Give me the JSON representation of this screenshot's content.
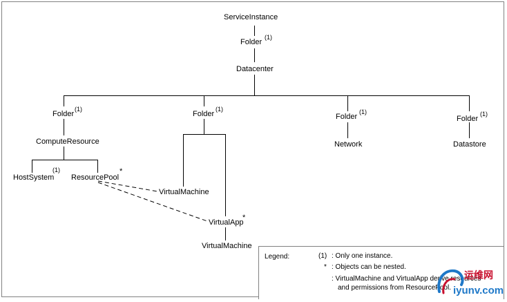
{
  "nodes": {
    "service_instance": "ServiceInstance",
    "root_folder": "Folder",
    "datacenter": "Datacenter",
    "host_folder": "Folder",
    "vm_folder": "Folder",
    "network_folder": "Folder",
    "datastore_folder": "Folder",
    "compute_resource": "ComputeResource",
    "host_system": "HostSystem",
    "resource_pool": "ResourcePool",
    "virtual_machine_1": "VirtualMachine",
    "virtual_app": "VirtualApp",
    "virtual_machine_2": "VirtualMachine",
    "network": "Network",
    "datastore": "Datastore"
  },
  "marks": {
    "one_instance": "(1)",
    "nested": "*"
  },
  "legend": {
    "title": "Legend:",
    "one_instance_symbol": "(1)",
    "one_instance_text": ": Only one instance.",
    "nested_symbol": "*",
    "nested_text": ": Objects can be nested.",
    "derive_text_line1": ": VirtualMachine and VirtualApp derive resources",
    "derive_text_line2": "and permissions from ResourcePool."
  },
  "watermark": {
    "brand_cn": "运维网",
    "brand_domain": "iyunv.com"
  },
  "colors": {
    "line": "#000000",
    "border": "#808080",
    "watermark_blue": "#1e78c8",
    "watermark_red": "#c8102e"
  }
}
